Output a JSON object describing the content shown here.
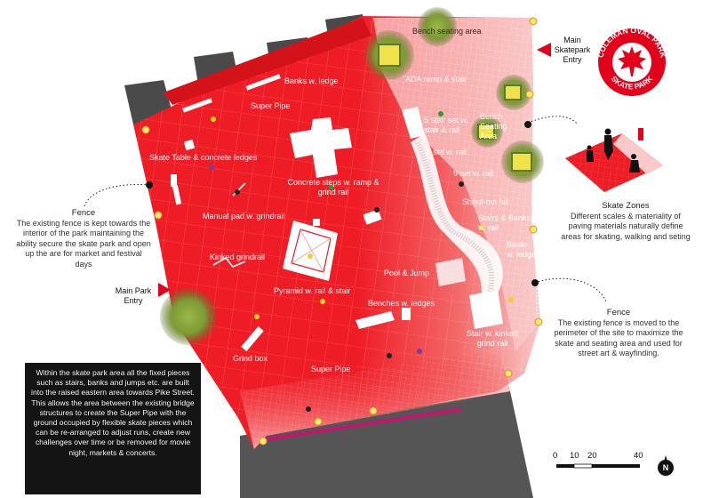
{
  "logo": {
    "line1": "COLEMAN OVAL PARK",
    "line2": "SKATE PARK",
    "color": "#e3001b"
  },
  "site_labels": {
    "bench_seating_top": "Bench seating area",
    "banks_ledge_top": "Banks w. ledge",
    "super_pipe_top": "Super Pipe",
    "ada_ramp": "ADA ramp & stair",
    "five_stair": "5 stair set w. stair & rail",
    "bench_seating_right": "Bench Seating Area",
    "seven_set": "7 set w. rail",
    "nine_set": "9 set w. rail",
    "skate_table": "Skate Table & concrete ledges",
    "concrete_steps": "Concrete steps w. ramp & grind rail",
    "shout_out": "Shout-out hill",
    "manual_pad": "Manual pad w. grindrail",
    "stairs_banks": "Stairs & Banks w. rail",
    "banks_ledge_right": "Banks w. ledge",
    "kinked_grindrail": "Kinked grindrail",
    "pool_jump": "Pool & Jump",
    "pyramid": "Pyramid w. rail & stair",
    "benches_ledges": "Benches w. ledges",
    "stair_kinked": "Stair w. kinked grind rail",
    "grind_box": "Grind box",
    "super_pipe_bottom": "Super Pipe"
  },
  "entries": {
    "main_skatepark": "Main Skatepark Entry",
    "main_park": "Main Park Entry"
  },
  "annotations": {
    "fence_left": {
      "title": "Fence",
      "body": "The existing fence is kept towards the interior of the park maintaining the ability secure the skate park and open up the are for market and festival days"
    },
    "skate_zones": {
      "title": "Skate Zones",
      "body": "Different scales & materiality of paving materials naturally define areas for skating, walking and seting"
    },
    "fence_right": {
      "title": "Fence",
      "body": "The existing fence is moved to the perimeter of the site to maximize the skate and seating area and used for street art & wayfinding."
    }
  },
  "info_box": "Within the skate park area all the fixed pieces such as stairs, banks and jumps etc. are built into the raised eastern area towards Pike Street. This allows the area between the existing bridge structures to create the Super Pipe with the ground occupied by flexible skate pieces which can be re-arranged to adjust runs, create new challenges over time or be removed for movie night, markets & concerts.",
  "scale_bar": {
    "ticks": [
      "0",
      "10",
      "20",
      "40"
    ]
  },
  "north_arrow": "N",
  "colors": {
    "park_red": "#ee1c25",
    "pink_light": "#f9c8c8",
    "bridge_gray": "#4a4a4a",
    "street_gray": "#555555",
    "tree_green": "#7fa23a"
  }
}
